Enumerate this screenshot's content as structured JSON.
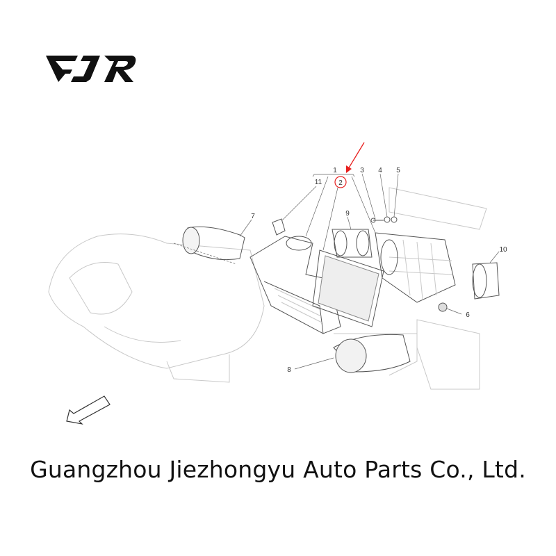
{
  "logo": {
    "text": "EJR"
  },
  "diagram": {
    "callouts": [
      {
        "id": "1",
        "label": "1"
      },
      {
        "id": "2",
        "label": "2",
        "highlighted": true
      },
      {
        "id": "3",
        "label": "3"
      },
      {
        "id": "4",
        "label": "4"
      },
      {
        "id": "5",
        "label": "5"
      },
      {
        "id": "6",
        "label": "6"
      },
      {
        "id": "7",
        "label": "7"
      },
      {
        "id": "8",
        "label": "8"
      },
      {
        "id": "9",
        "label": "9"
      },
      {
        "id": "10",
        "label": "10"
      },
      {
        "id": "11",
        "label": "11"
      }
    ],
    "highlight_color": "#e8201f"
  },
  "footer": {
    "company": "Guangzhou Jiezhongyu Auto Parts Co., Ltd."
  }
}
